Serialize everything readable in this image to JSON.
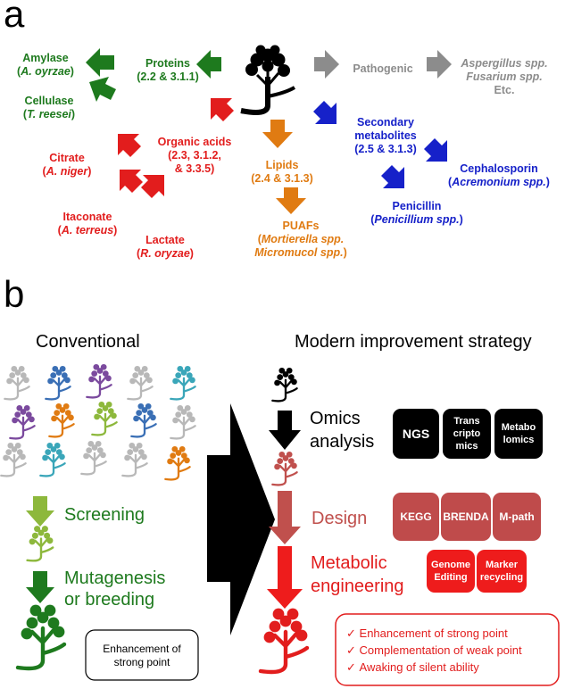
{
  "panel_a": {
    "label": "a",
    "proteins": {
      "title": "Proteins",
      "section": "(2.2 & 3.1.1)"
    },
    "amylase": {
      "title": "Amylase",
      "species": "A. oyrzae"
    },
    "cellulase": {
      "title": "Cellulase",
      "species": "T. reesei"
    },
    "pathogenic": {
      "title": "Pathogenic"
    },
    "pathogens": {
      "line1": "Aspergillus spp.",
      "line2": "Fusarium spp.",
      "line3": "Etc."
    },
    "organic_acids": {
      "title": "Organic acids",
      "line1": "(2.3, 3.1.2,",
      "line2": "& 3.3.5)"
    },
    "citrate": {
      "title": "Citrate",
      "species": "A. niger"
    },
    "itaconate": {
      "title": "Itaconate",
      "species": "A. terreus"
    },
    "lactate": {
      "title": "Lactate",
      "species": "R. oryzae"
    },
    "lipids": {
      "title": "Lipids",
      "section": "(2.4 & 3.1.3)"
    },
    "puafs": {
      "title": "PUAFs",
      "line1": "Mortierella spp.",
      "line2": "Micromucol spp."
    },
    "secondary": {
      "line1": "Secondary",
      "line2": "metabolites",
      "section": "(2.5 & 3.1.3)"
    },
    "cephalosporin": {
      "title": "Cephalosporin",
      "species": "Acremonium spp."
    },
    "penicillin": {
      "title": "Penicillin",
      "species": "Penicillium spp."
    }
  },
  "panel_b": {
    "label": "b",
    "conventional_title": "Conventional",
    "modern_title": "Modern improvement strategy",
    "screening": "Screening",
    "mutagenesis_line1": "Mutagenesis",
    "mutagenesis_line2": "or breeding",
    "enhancement_box_line1": "Enhancement of",
    "enhancement_box_line2": "strong point",
    "omics_line1": "Omics",
    "omics_line2": "analysis",
    "omics_tools": [
      "NGS",
      "Trans\ncripto\nmics",
      "Metabo\nlomics"
    ],
    "design": "Design",
    "design_tools": [
      "KEGG",
      "BRENDA",
      "M-path"
    ],
    "metabolic_line1": "Metabolic",
    "metabolic_line2": "engineering",
    "engineering_tools": [
      "Genome\nEditing",
      "Marker\nrecycling"
    ],
    "outcomes": [
      "Enhancement of strong point",
      "Complementation of weak point",
      "Awaking of silent ability"
    ],
    "check_glyph": "✓"
  },
  "colors": {
    "green": "#1e7a1e",
    "red": "#e21d1d",
    "orange": "#e07b12",
    "blue": "#1621c9",
    "gray": "#8c8c8c",
    "light_green": "#8db83c",
    "mauve": "#c0504d"
  }
}
